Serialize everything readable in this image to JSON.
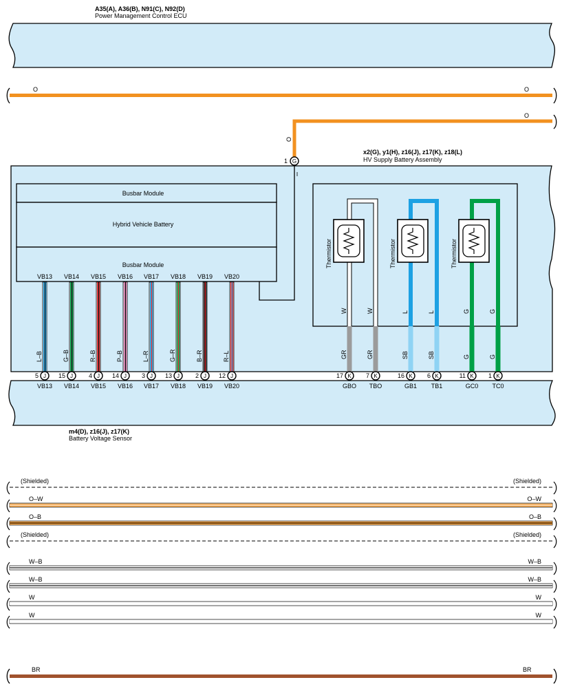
{
  "ecu": {
    "title": "A35(A), A36(B), N91(C), N92(D)",
    "subtitle": "Power Management Control ECU"
  },
  "orange_bus_1": {
    "label_left": "O",
    "label_right": "O",
    "color": "#f29120"
  },
  "orange_bus_2": {
    "label_right": "O",
    "label_vert": "O",
    "color": "#f29120"
  },
  "hv_assembly": {
    "title": "x2(G), y1(H), z16(J), z17(K), z18(L)",
    "subtitle": "HV Supply Battery Assembly",
    "g_pin": {
      "num": "1",
      "letter": "G"
    },
    "busbar_top": "Busbar Module",
    "battery": "Hybrid Vehicle Battery",
    "busbar_bottom": "Busbar Module",
    "vb_labels": [
      "VB13",
      "VB14",
      "VB15",
      "VB16",
      "VB17",
      "VB18",
      "VB19",
      "VB20"
    ]
  },
  "vb_wires": [
    {
      "color_label": "L–B",
      "pin": "5",
      "connector": "J",
      "name": "VB13",
      "c1": "#1da1e3",
      "c2": "#000000"
    },
    {
      "color_label": "G–B",
      "pin": "15",
      "connector": "J",
      "name": "VB14",
      "c1": "#00a046",
      "c2": "#000000"
    },
    {
      "color_label": "R–B",
      "pin": "4",
      "connector": "J",
      "name": "VB15",
      "c1": "#e0262b",
      "c2": "#000000"
    },
    {
      "color_label": "P–B",
      "pin": "14",
      "connector": "J",
      "name": "VB16",
      "c1": "#e77fb8",
      "c2": "#000000"
    },
    {
      "color_label": "L–R",
      "pin": "3",
      "connector": "J",
      "name": "VB17",
      "c1": "#1da1e3",
      "c2": "#e0262b"
    },
    {
      "color_label": "G–R",
      "pin": "13",
      "connector": "J",
      "name": "VB18",
      "c1": "#00a046",
      "c2": "#e0262b"
    },
    {
      "color_label": "B–R",
      "pin": "2",
      "connector": "J",
      "name": "VB19",
      "c1": "#000000",
      "c2": "#e0262b"
    },
    {
      "color_label": "R–L",
      "pin": "12",
      "connector": "J",
      "name": "VB20",
      "c1": "#e0262b",
      "c2": "#1da1e3"
    }
  ],
  "thermistors": [
    {
      "label": "Thermistor",
      "wire_top": "W",
      "wire_bottom": "GR",
      "top_color": "#ffffff",
      "bottom_color": "#9b9b9b"
    },
    {
      "label": "Thermistor",
      "wire_top": "L",
      "wire_bottom": "SB",
      "top_color": "#1da1e3",
      "bottom_color": "#8fd3f4"
    },
    {
      "label": "Thermistor",
      "wire_top": "G",
      "wire_bottom": "G",
      "top_color": "#00a046",
      "bottom_color": "#00a046"
    }
  ],
  "thermistor_pins": [
    {
      "pin": "17",
      "connector": "K",
      "name": "GBO"
    },
    {
      "pin": "7",
      "connector": "K",
      "name": "TBO"
    },
    {
      "pin": "16",
      "connector": "K",
      "name": "GB1"
    },
    {
      "pin": "6",
      "connector": "K",
      "name": "TB1"
    },
    {
      "pin": "11",
      "connector": "K",
      "name": "GC0"
    },
    {
      "pin": "1",
      "connector": "K",
      "name": "TC0"
    }
  ],
  "sensor": {
    "title": "m4(D), z16(J), z17(K)",
    "subtitle": "Battery Voltage Sensor"
  },
  "bus_lines": [
    {
      "label": "(Shielded)",
      "type": "shielded"
    },
    {
      "label": "O–W",
      "type": "wire",
      "c1": "#f29120",
      "c2": "#ffffff"
    },
    {
      "label": "O–B",
      "type": "wire",
      "c1": "#f29120",
      "c2": "#000000"
    },
    {
      "label": "(Shielded)",
      "type": "shielded"
    },
    {
      "label": "W–B",
      "type": "wire",
      "c1": "#ffffff",
      "c2": "#000000"
    },
    {
      "label": "W–B",
      "type": "wire",
      "c1": "#ffffff",
      "c2": "#000000"
    },
    {
      "label": "W",
      "type": "wire",
      "c1": "#ffffff",
      "c2": "#ffffff"
    },
    {
      "label": "W",
      "type": "wire",
      "c1": "#ffffff",
      "c2": "#ffffff"
    }
  ],
  "brown_bus": {
    "label": "BR",
    "color": "#a0522d"
  }
}
